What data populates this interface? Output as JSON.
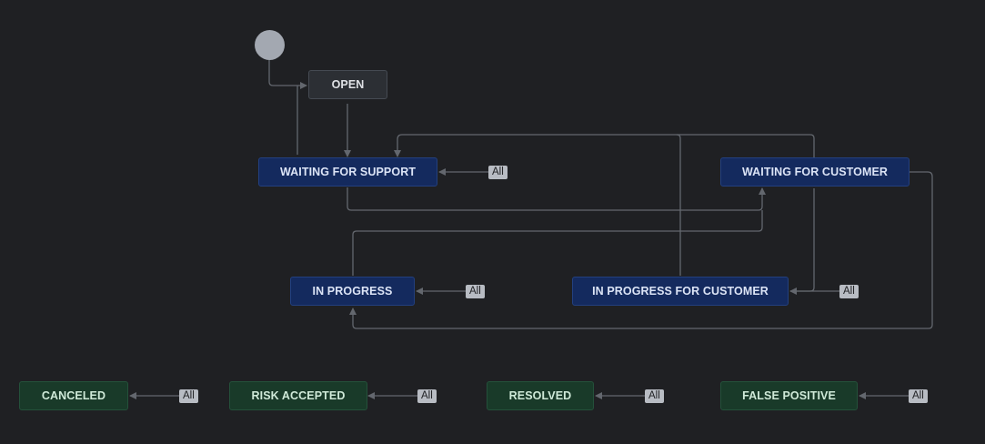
{
  "statuses": {
    "open": "OPEN",
    "waiting_for_support": "WAITING FOR SUPPORT",
    "waiting_for_customer": "WAITING FOR CUSTOMER",
    "in_progress": "IN PROGRESS",
    "in_progress_for_customer": "IN PROGRESS FOR CUSTOMER",
    "canceled": "CANCELED",
    "risk_accepted": "RISK ACCEPTED",
    "resolved": "RESOLVED",
    "false_positive": "FALSE POSITIVE"
  },
  "global_transition_label": "All",
  "colors": {
    "background": "#1f2023",
    "todo": "#2c2f34",
    "in_progress": "#142a5e",
    "done": "#193a29",
    "connector": "#63676e",
    "start_node": "#a3a8b1"
  }
}
